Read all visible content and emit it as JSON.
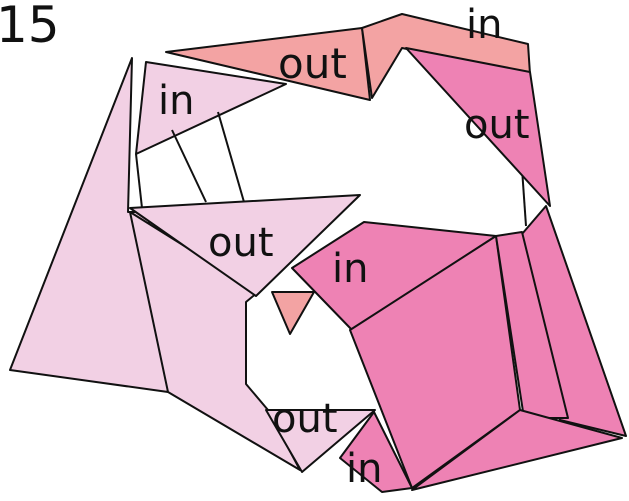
{
  "diagram": {
    "step_number": "15",
    "colors": {
      "light_pink": "#f2d0e4",
      "salmon": "#f3a3a3",
      "magenta": "#ee82b4",
      "outline": "#111111",
      "background": "#ffffff"
    },
    "labels": {
      "top_left_out": "out",
      "top_right_in": "in",
      "left_in": "in",
      "right_out": "out",
      "center_out": "out",
      "center_in": "in",
      "bottom_out": "out",
      "bottom_in": "in"
    }
  }
}
